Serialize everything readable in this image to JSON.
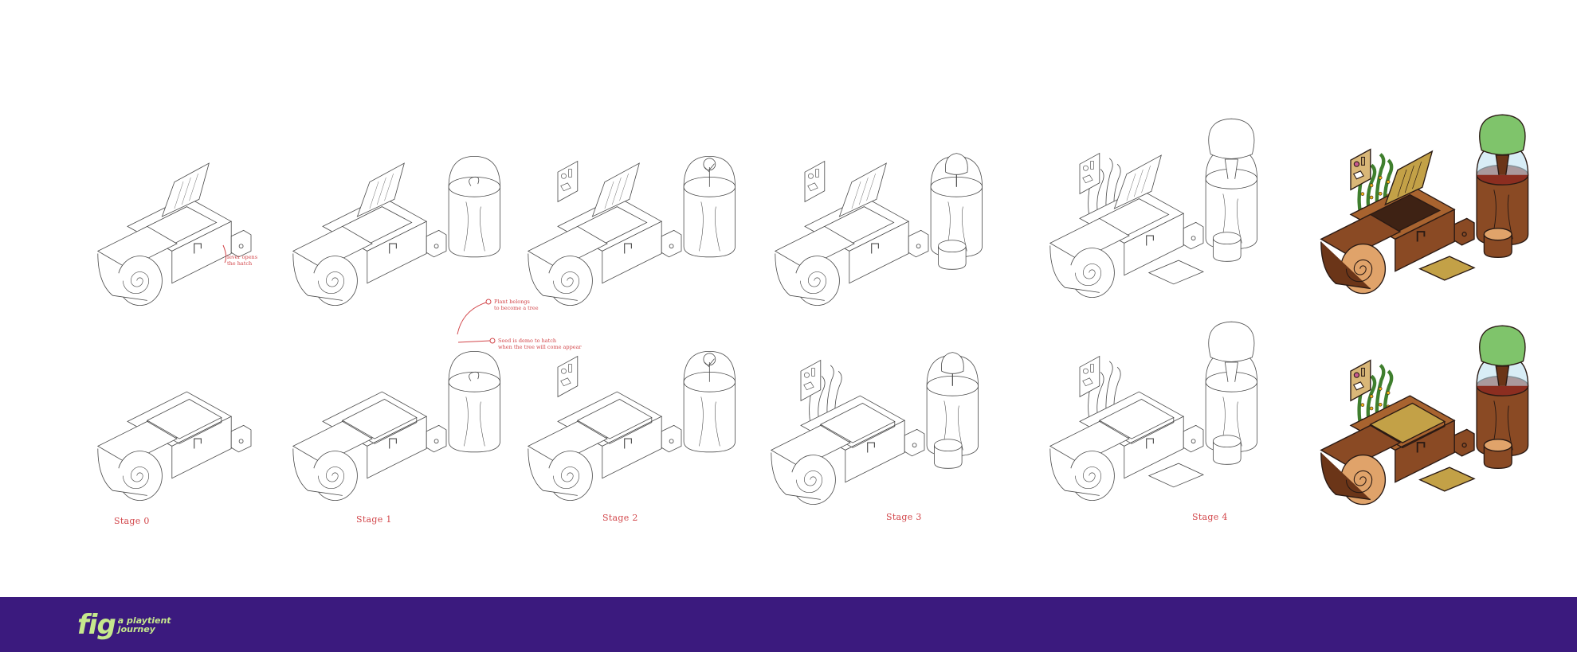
{
  "stages": [
    {
      "label": "Stage 0"
    },
    {
      "label": "Stage 1"
    },
    {
      "label": "Stage 2"
    },
    {
      "label": "Stage 3"
    },
    {
      "label": "Stage 4"
    }
  ],
  "annotations": {
    "lever": [
      "lever opens",
      "the hatch"
    ],
    "plant": [
      "Plant belongs",
      "to become a tree"
    ],
    "seed": [
      "Seed is demo to hatch",
      "when the tree will come appear"
    ]
  },
  "footer": {
    "logo_word": "fig",
    "tagline_line1": "a playtient",
    "tagline_line2": "journey"
  },
  "colors": {
    "footer_bg": "#3b1a7e",
    "logo": "#c6e88d",
    "annotation_red": "#d2464a",
    "sketch_line": "#4a4a4a",
    "wood": "#8a4a24",
    "leaf": "#7fc46b",
    "soil": "#8c2e20"
  }
}
